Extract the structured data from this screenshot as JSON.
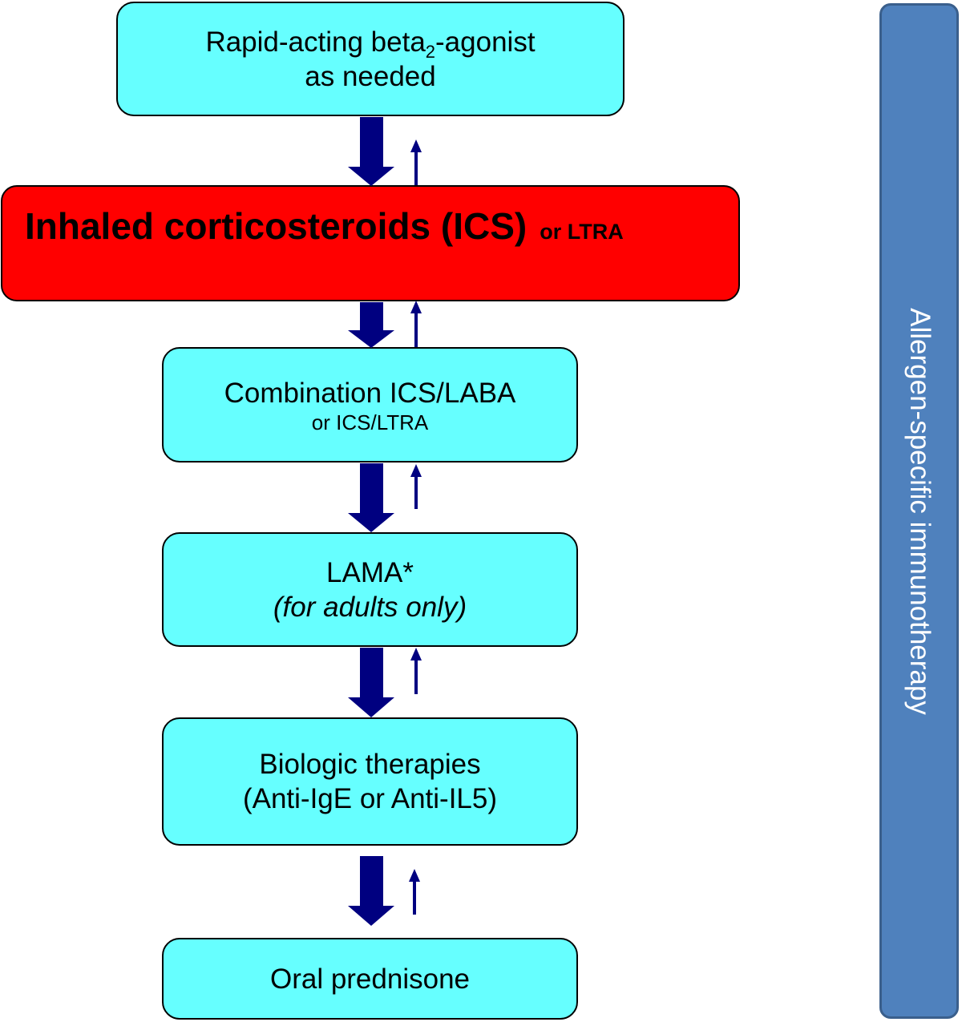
{
  "steps": {
    "rapid": {
      "line1_pre": "Rapid-acting beta",
      "line1_sub": "2",
      "line1_post": "-agonist",
      "line2": "as needed"
    },
    "ics": {
      "main": "Inhaled corticosteroids (ICS)",
      "tail": "or LTRA"
    },
    "combination": {
      "line1": "Combination ICS/LABA",
      "line2": "or ICS/LTRA"
    },
    "lama": {
      "line1": "LAMA*",
      "line2": "(for adults only)"
    },
    "biologic": {
      "line1": "Biologic therapies",
      "line2": "(Anti-IgE or Anti-IL5)"
    },
    "oral": {
      "line1": "Oral prednisone"
    }
  },
  "sidebar": {
    "label": "Allergen-specific immunotherapy"
  },
  "colors": {
    "step_fill": "#66ffff",
    "highlight_fill": "#ff0000",
    "arrow": "#000080",
    "sidebar_fill": "#4f81bd"
  }
}
